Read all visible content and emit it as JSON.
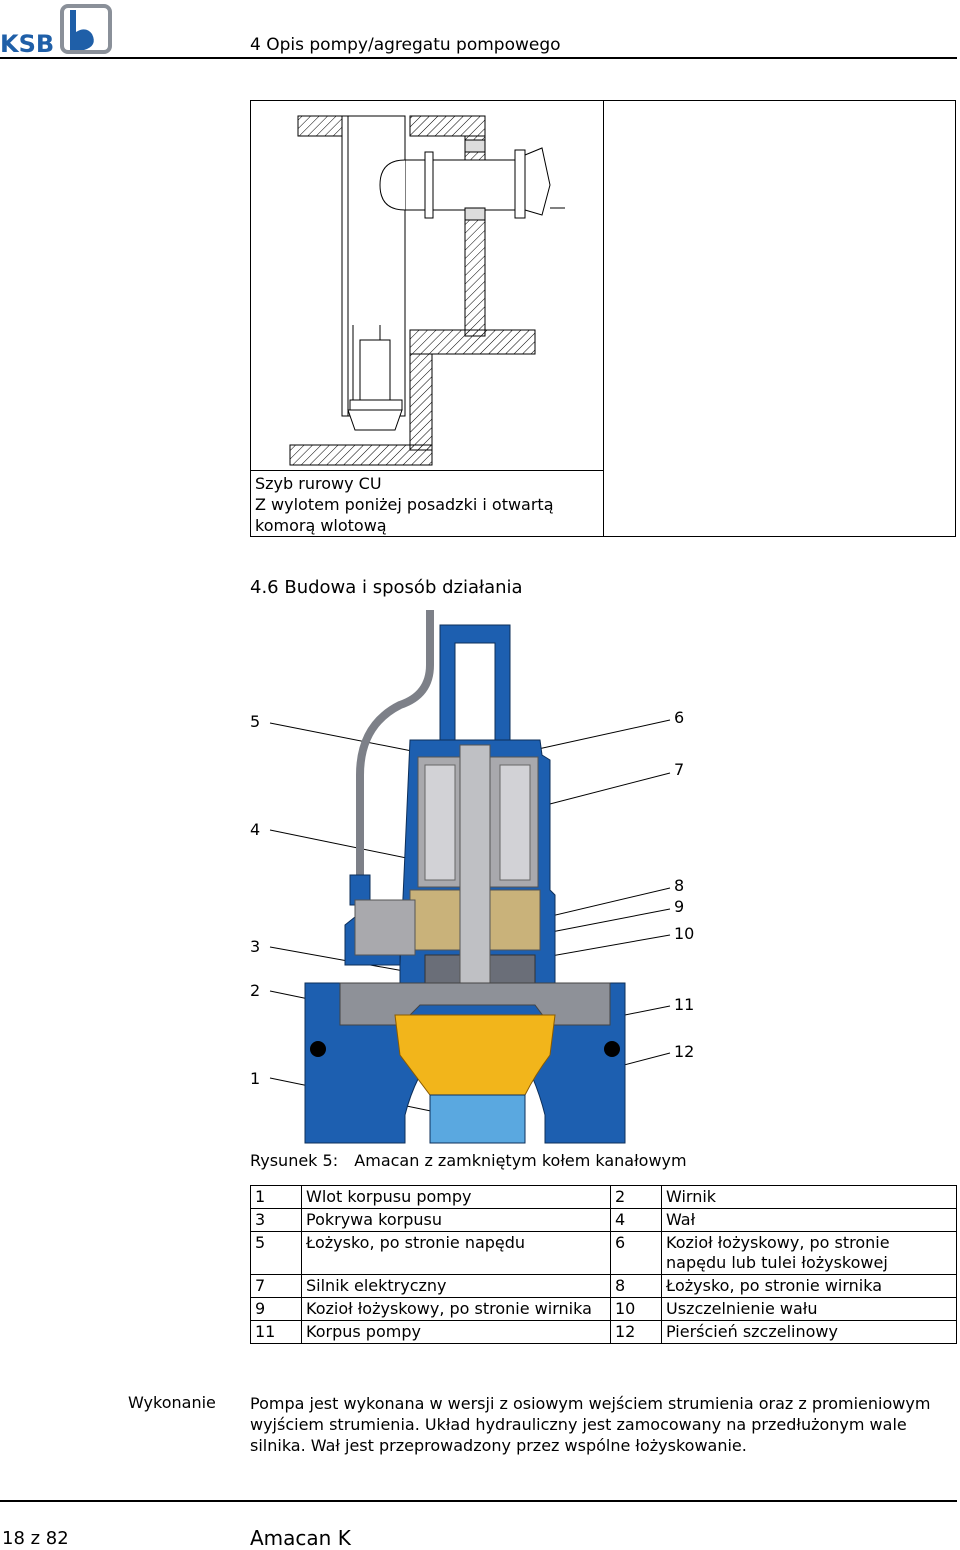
{
  "header": {
    "logo_text": "KSB",
    "section": "4 Opis pompy/agregatu pompowego"
  },
  "figure_top": {
    "caption_title": "Szyb rurowy CU",
    "caption_text": "Z wylotem poniżej posadzki i otwartą komorą wlotową"
  },
  "section": {
    "title": "4.6  Budowa i sposób działania"
  },
  "callouts": [
    "1",
    "2",
    "3",
    "4",
    "5",
    "6",
    "7",
    "8",
    "9",
    "10",
    "11",
    "12"
  ],
  "figure": {
    "label": "Rysunek 5:",
    "title": "Amacan z zamkniętym kołem kanałowym"
  },
  "legend": [
    [
      {
        "n": "1",
        "t": "Wlot korpusu pompy"
      },
      {
        "n": "2",
        "t": "Wirnik"
      }
    ],
    [
      {
        "n": "3",
        "t": "Pokrywa korpusu"
      },
      {
        "n": "4",
        "t": "Wał"
      }
    ],
    [
      {
        "n": "5",
        "t": "Łożysko, po stronie napędu"
      },
      {
        "n": "6",
        "t": "Kozioł łożyskowy, po stronie napędu lub tulei łożyskowej"
      }
    ],
    [
      {
        "n": "7",
        "t": "Silnik elektryczny"
      },
      {
        "n": "8",
        "t": "Łożysko, po stronie wirnika"
      }
    ],
    [
      {
        "n": "9",
        "t": "Kozioł łożyskowy, po stronie wirnika"
      },
      {
        "n": "10",
        "t": "Uszczelnienie wału"
      }
    ],
    [
      {
        "n": "11",
        "t": "Korpus pompy"
      },
      {
        "n": "12",
        "t": "Pierścień szczelinowy"
      }
    ]
  ],
  "wykonanie": {
    "label": "Wykonanie",
    "text": "Pompa jest wykonana w wersji z osiowym wejściem strumienia oraz z promieniowym wyjściem strumienia. Układ hydrauliczny jest zamocowany na przedłużonym wale silnika. Wał jest przeprowadzony przez wspólne łożyskowanie."
  },
  "footer": {
    "page": "18 z 82",
    "document": "Amacan K"
  },
  "colors": {
    "pump_blue": "#1d5fb0",
    "impeller_yellow": "#f2b51b",
    "steel_grey": "#a9a9ad"
  }
}
